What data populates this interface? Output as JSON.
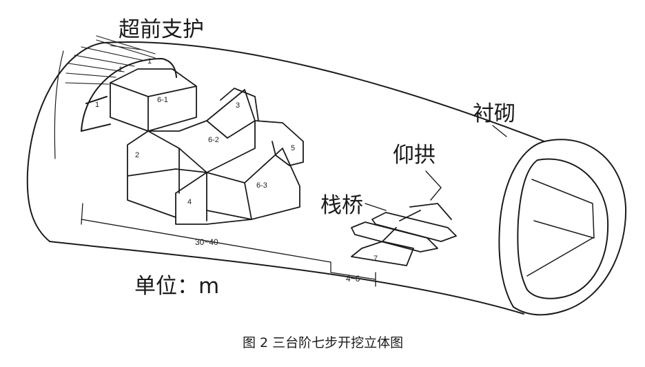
{
  "labels": {
    "advance_support": "超前支护",
    "lining": "衬砌",
    "invert": "仰拱",
    "trestle": "栈桥",
    "unit": "单位：m",
    "dim_main": "30~40",
    "dim_short": "4~6"
  },
  "blocks": {
    "b1a": "1",
    "b1b": "1",
    "b1c": "1",
    "b2": "2",
    "b3": "3",
    "b4": "4",
    "b5": "5",
    "b6_1": "6-1",
    "b6_2": "6-2",
    "b6_3": "6-3",
    "b7": "7"
  },
  "caption": "图 2 三台阶七步开挖立体图"
}
